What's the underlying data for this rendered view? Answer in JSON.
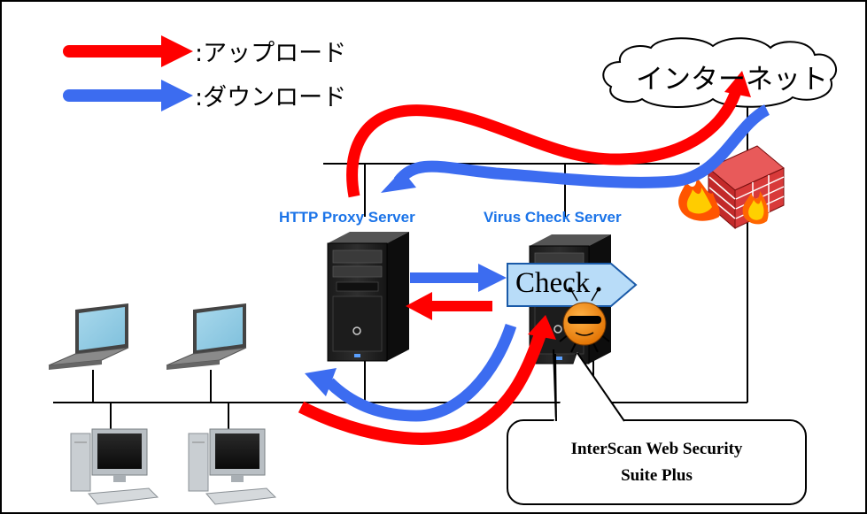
{
  "legend": {
    "upload_label": ":アップロード",
    "download_label": ":ダウンロード"
  },
  "internet": {
    "label": "インターネット"
  },
  "servers": {
    "proxy_label": "HTTP Proxy Server",
    "virus_label": "Virus Check Server"
  },
  "check_tag": {
    "label": "Check"
  },
  "callout": {
    "line1": "InterScan Web Security",
    "line2": "Suite Plus"
  },
  "colors": {
    "upload": "#ff0000",
    "download": "#3c6cf0",
    "server_label": "#1a73e8",
    "check_tag_fill": "#b8dcf8",
    "firewall": "#cc2a2a"
  }
}
